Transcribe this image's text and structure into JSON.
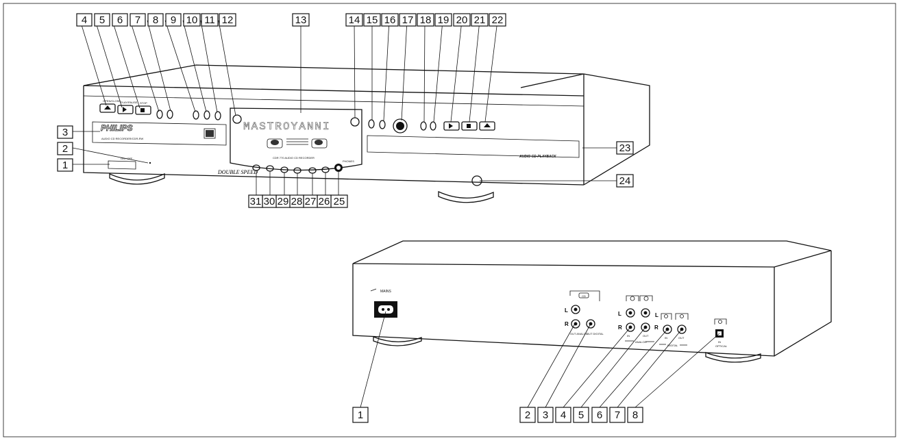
{
  "front_panel": {
    "brand": "PHILIPS",
    "model_line": "AUDIO CD RECORDER/CDR-RW",
    "speed_badge": "DOUBLE SPEED",
    "display_text": "MASTROYANNI",
    "recorder_label": "CDR 770 AUDIO CD RECORDER",
    "playback_label": "AUDIO CD-PLAYBACK",
    "power_label": "ON / OFF",
    "button_labels": {
      "open_close": "OPEN/CLOSE",
      "play_pause": "PLAY/PAUSE",
      "stop": "STOP",
      "headphone": "PHONES"
    },
    "callouts": [
      "1",
      "2",
      "3",
      "4",
      "5",
      "6",
      "7",
      "8",
      "9",
      "10",
      "11",
      "12",
      "13",
      "14",
      "15",
      "16",
      "17",
      "18",
      "19",
      "20",
      "21",
      "22",
      "23",
      "24",
      "25",
      "26",
      "27",
      "28",
      "29",
      "30",
      "31"
    ]
  },
  "rear_panel": {
    "mains_label": "MAINS",
    "labels": {
      "cd": "CD",
      "L": "L",
      "R": "R",
      "out_analog": "OUT ANALOG",
      "out_digital": "OUT DIGITAL",
      "in": "IN",
      "out": "OUT",
      "analog": "ANALOG",
      "digital": "DIGITAL",
      "optical": "OPTICAL"
    },
    "callouts": [
      "1",
      "2",
      "3",
      "4",
      "5",
      "6",
      "7",
      "8"
    ]
  }
}
